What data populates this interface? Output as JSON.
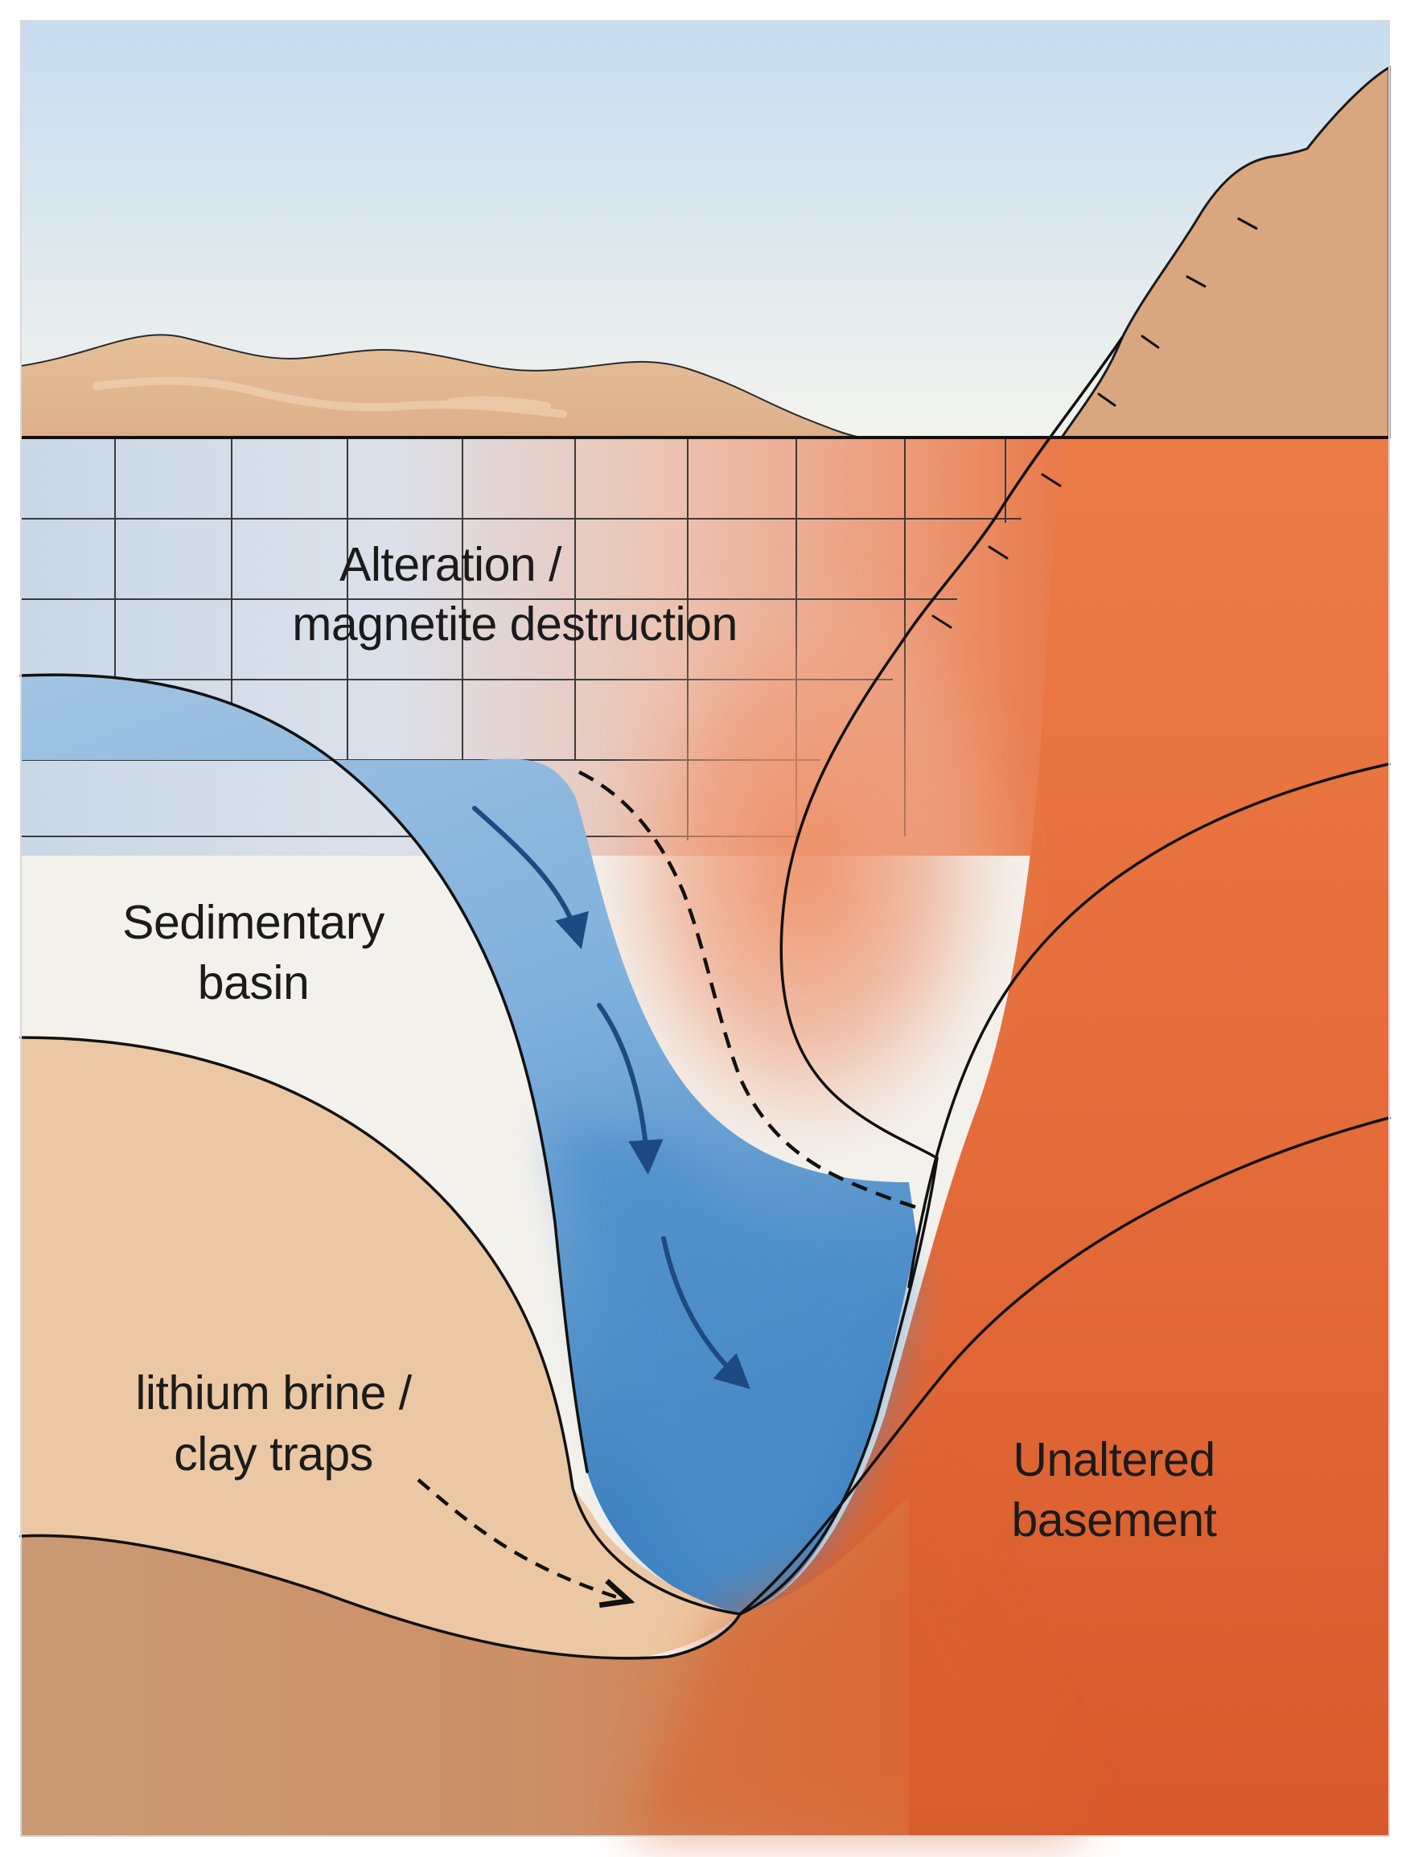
{
  "labels": {
    "alteration_line1": "Alteration /",
    "alteration_line2": "magnetite destruction",
    "sedimentary_line1": "Sedimentary",
    "sedimentary_line2": "basin",
    "lithium_line1": "lithium brine /",
    "lithium_line2": "clay traps",
    "basement_line1": "Unaltered",
    "basement_line2": "basement"
  },
  "colors": {
    "sky_top": "#c6dcef",
    "sky_bottom": "#f3f3ee",
    "hills": "#e2b68e",
    "mountain": "#d9a77f",
    "basement_orange": "#e2683a",
    "basement_deep": "#d85a2c",
    "sediment_blue": "#8db7dd",
    "sediment_deep_blue": "#3f82c1",
    "tan_layer": "#ecc7a3",
    "brown_layer": "#c99a74",
    "arrow_blue": "#1e4a82",
    "outline": "#111111"
  }
}
